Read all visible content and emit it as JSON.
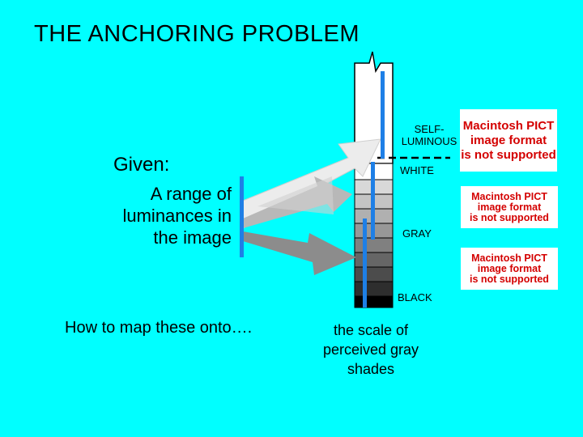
{
  "title": "THE ANCHORING PROBLEM",
  "given": {
    "heading": "Given:",
    "text": "A range of luminances in the image"
  },
  "question": "How to map these onto….",
  "answer": "the scale of perceived gray shades",
  "scale_labels": {
    "self_luminous": "SELF-LUMINOUS",
    "white": "WHITE",
    "gray": "GRAY",
    "black": "BLACK"
  },
  "pict_placeholder": {
    "line1": "Macintosh PICT",
    "line2": "image format",
    "line3": "is not supported"
  },
  "colors": {
    "background": "#00FFFF",
    "range_bar": "#1E7FE6",
    "placeholder_text": "#D40000"
  }
}
